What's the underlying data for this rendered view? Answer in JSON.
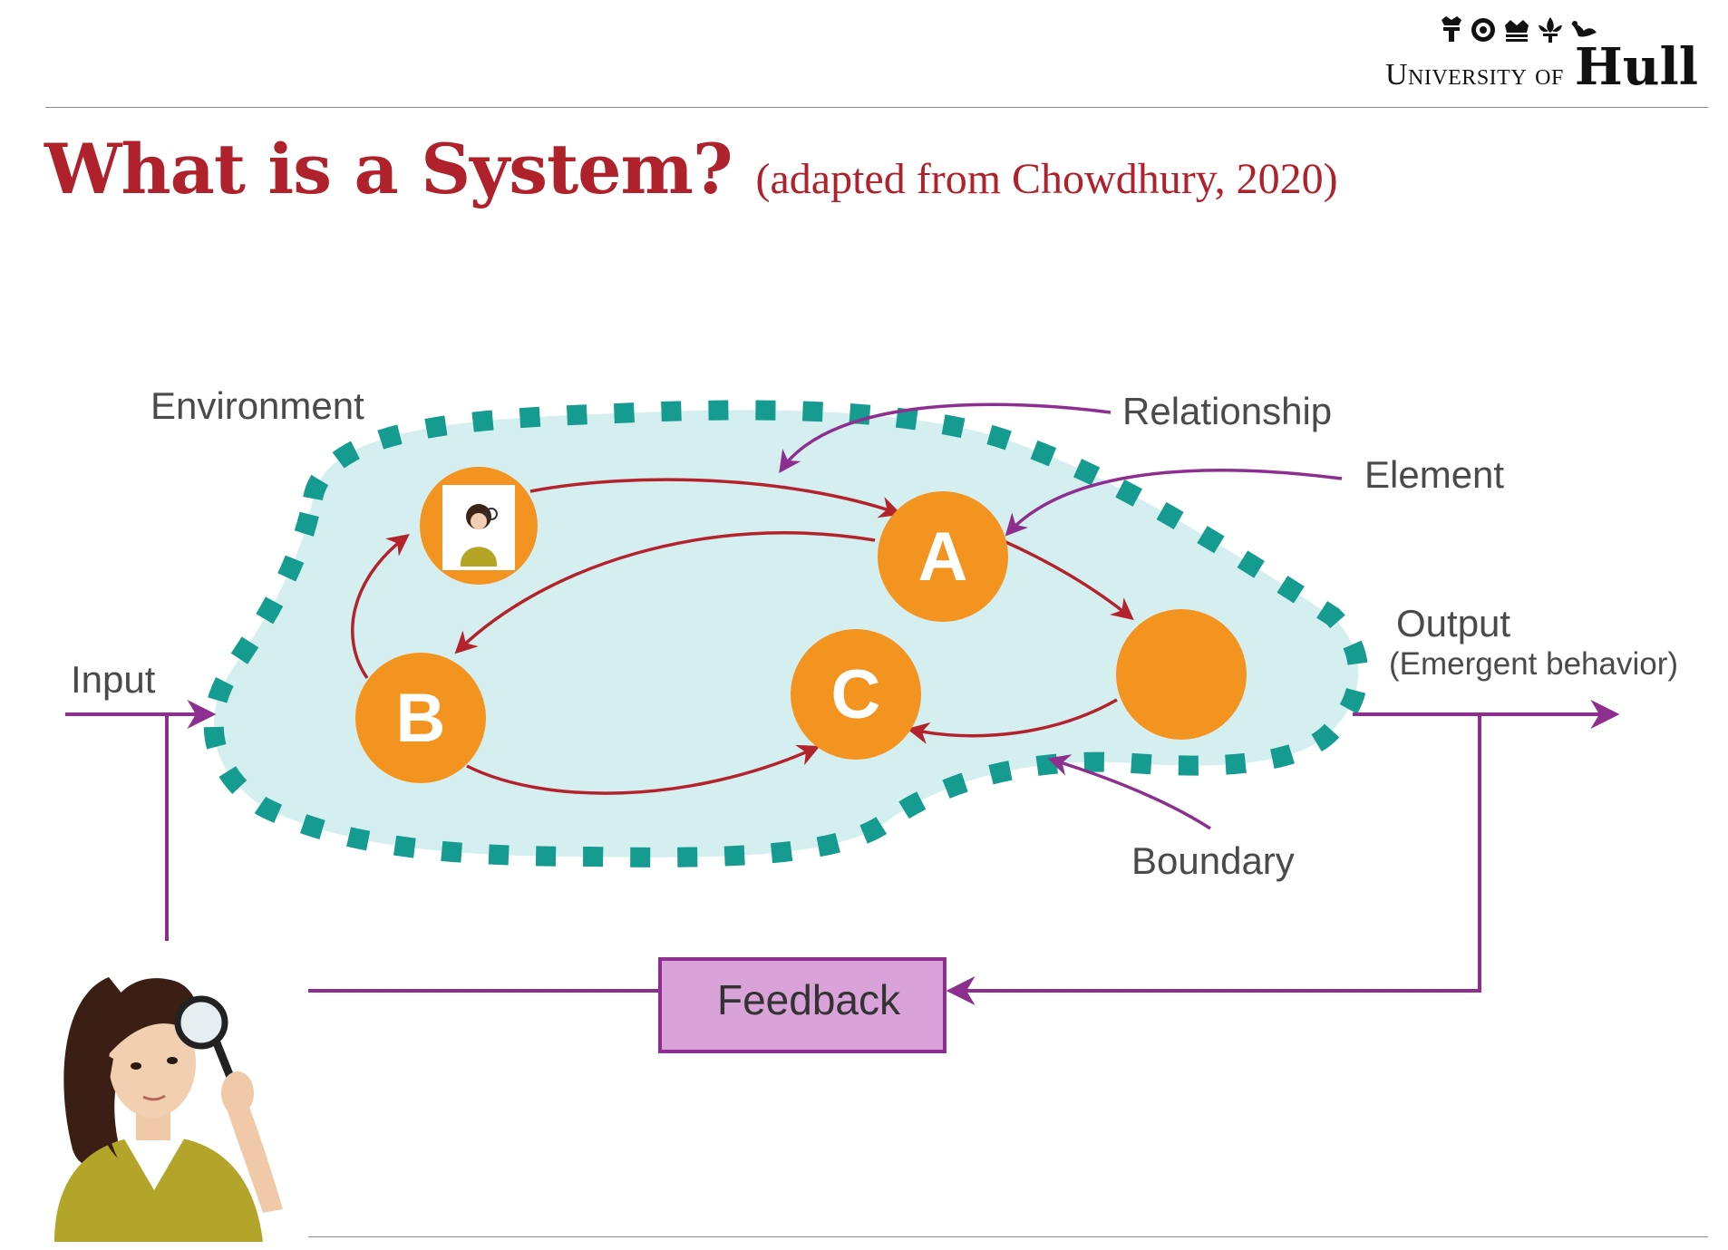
{
  "header": {
    "logo_university": "University of",
    "logo_hull": "Hull",
    "crest_icons": [
      "tudor-crest-icon",
      "rose-icon",
      "crown-icon",
      "fleur-de-lis-icon",
      "bird-icon"
    ]
  },
  "slide": {
    "title": "What is a System?",
    "subtitle": "(adapted from Chowdhury, 2020)"
  },
  "diagram": {
    "labels": {
      "environment": "Environment",
      "relationship": "Relationship",
      "element": "Element",
      "input": "Input",
      "output": "Output",
      "output_note": "(Emergent behavior)",
      "boundary": "Boundary",
      "feedback": "Feedback"
    },
    "nodes": {
      "a": "A",
      "b": "B",
      "c": "C"
    },
    "colors": {
      "node_fill": "#f39420",
      "boundary_dots": "#159b8f",
      "system_fill": "#d5eff0",
      "relationship_arrow": "#b3232b",
      "pointer_arrow": "#8c2f8f",
      "feedback_fill": "#d9a2d8"
    }
  }
}
